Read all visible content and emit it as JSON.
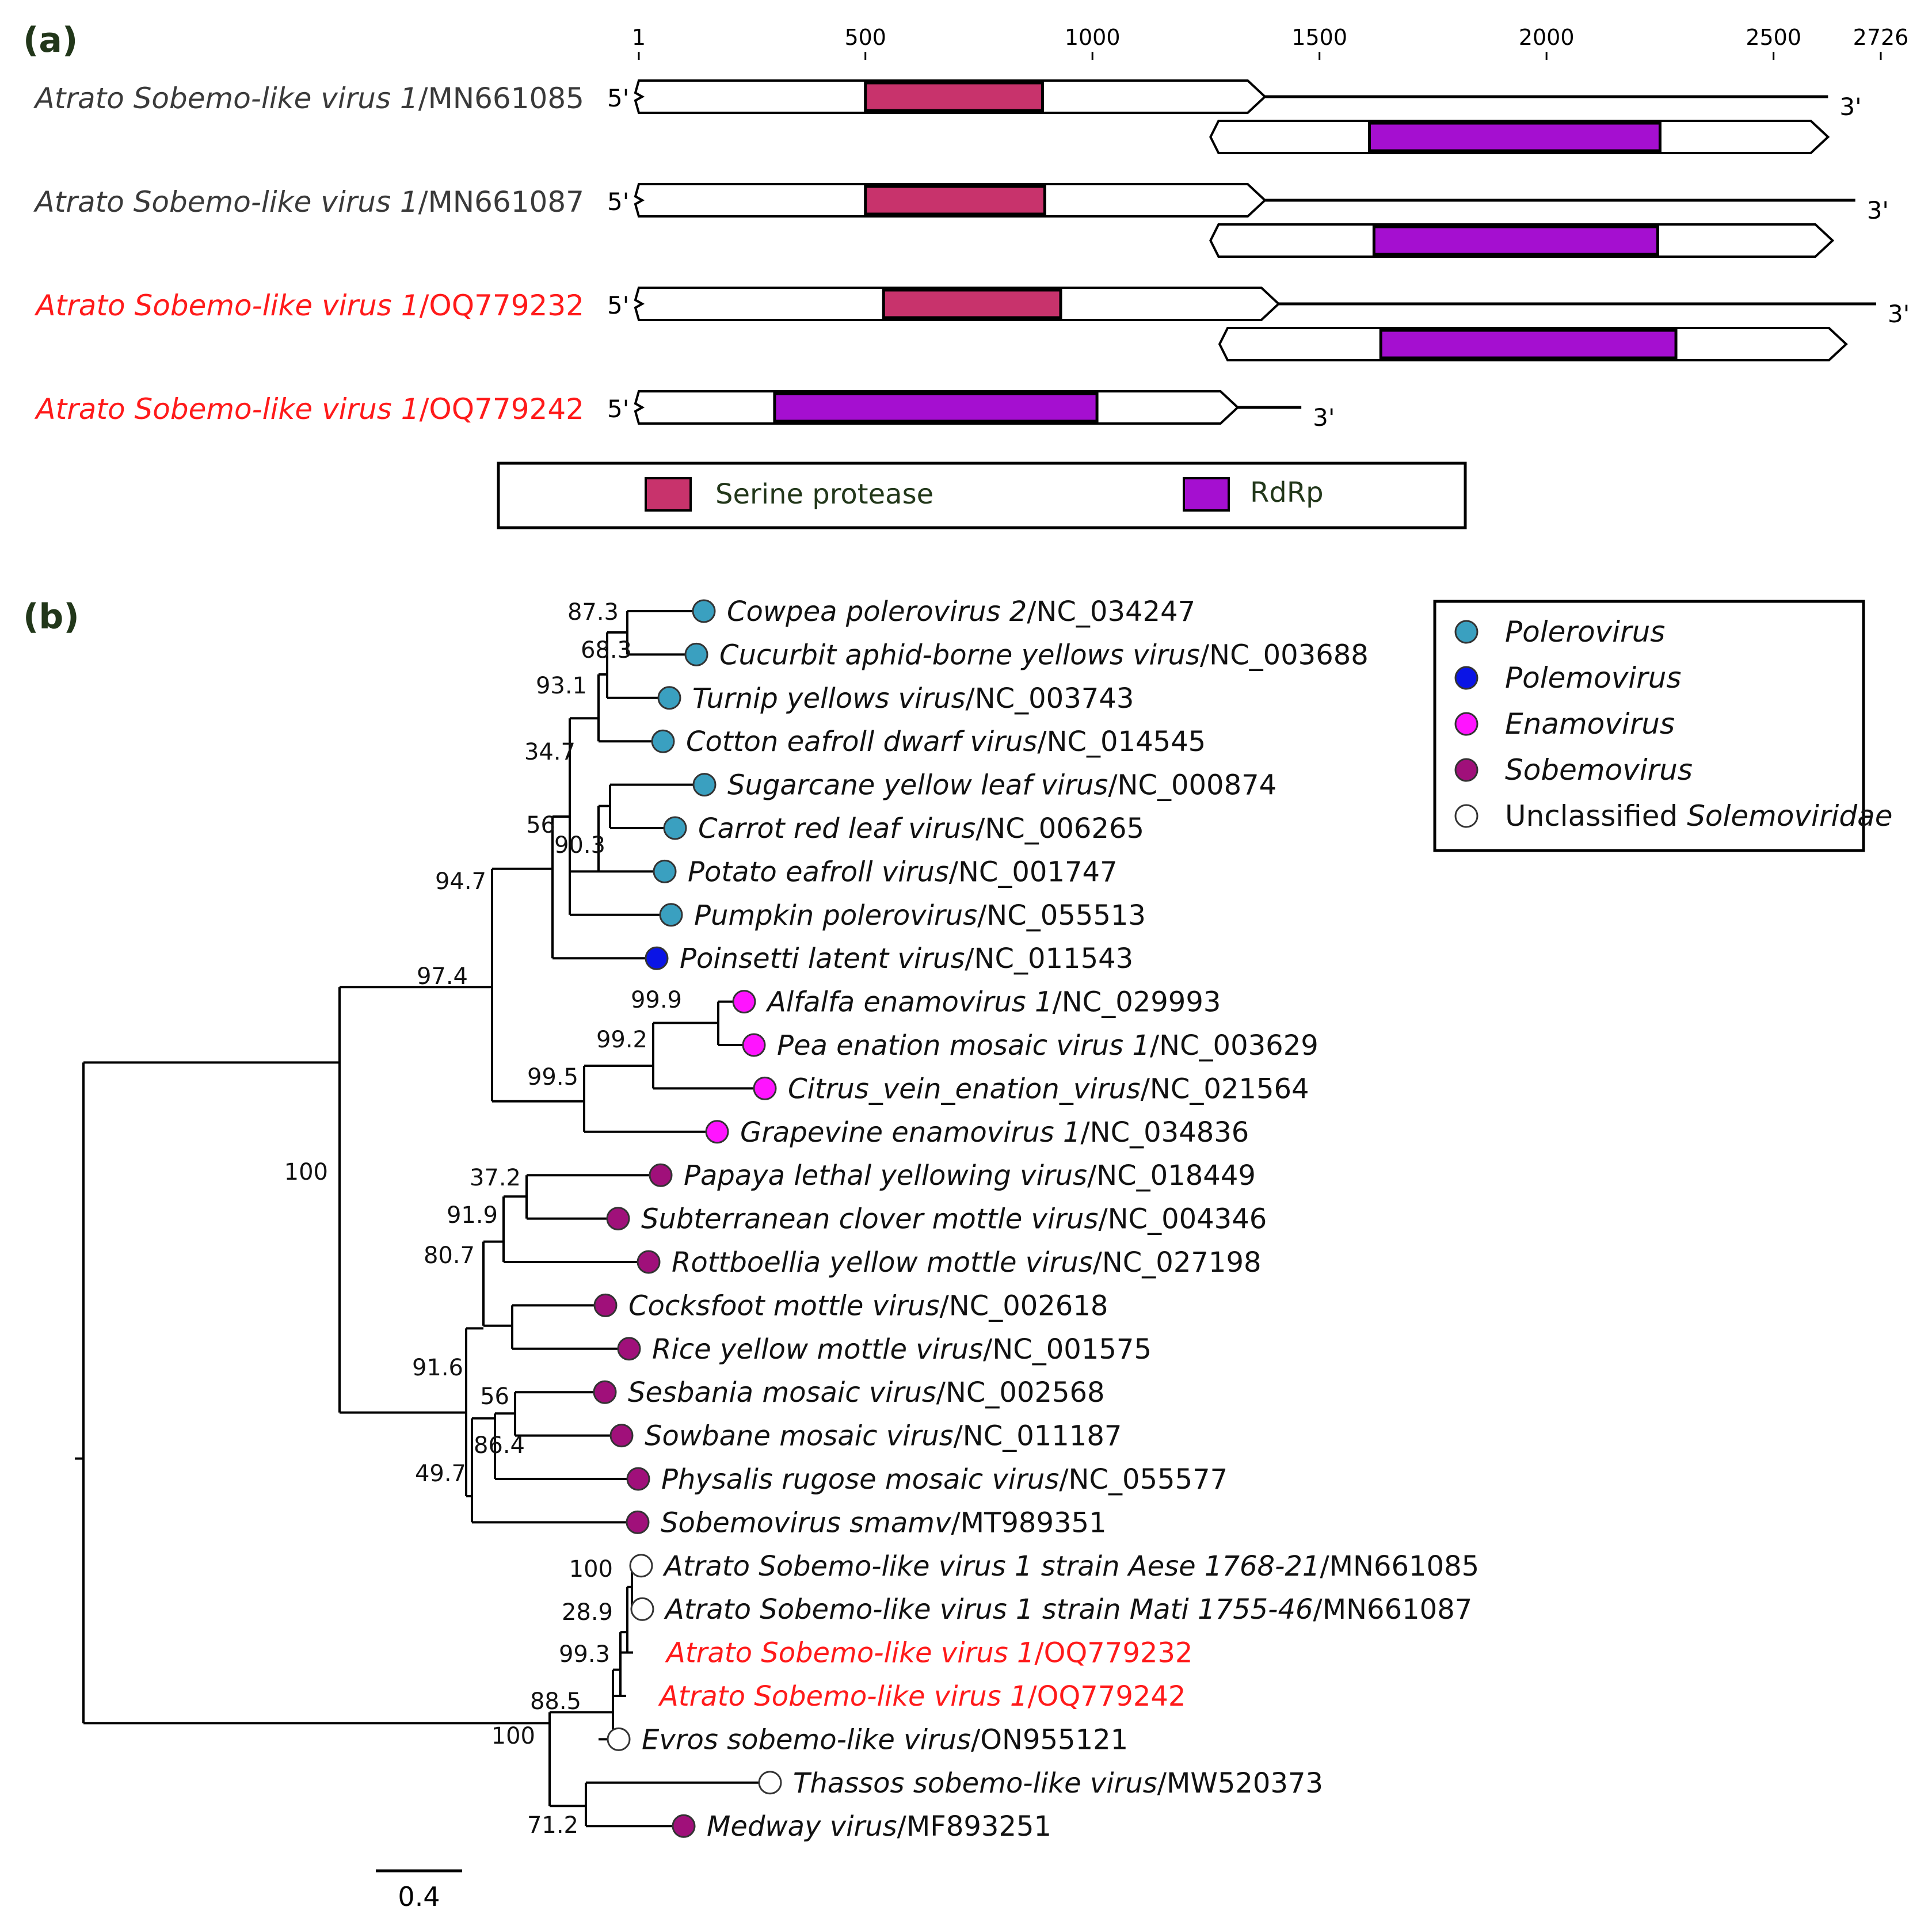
{
  "panel_a": {
    "letter": "a",
    "axis_ticks": [
      "1",
      "500",
      "1000",
      "1500",
      "2000",
      "2500",
      "2726"
    ],
    "genome_length": 2726,
    "end5": "5'",
    "end3": "3'",
    "genomes": [
      {
        "name_italic": "Atrato Sobemo-like virus 1",
        "accession": "/MN661085",
        "highlight": false,
        "orf1": [
          1,
          1380
        ],
        "orf1_domain": [
          500,
          890
        ],
        "orf1_type": "serine-protease",
        "orf2": [
          1260,
          2620
        ],
        "orf2_domain": [
          1610,
          2250
        ],
        "end": 2620
      },
      {
        "name_italic": "Atrato Sobemo-like virus 1",
        "accession": "/MN661087",
        "highlight": false,
        "orf1": [
          1,
          1380
        ],
        "orf1_domain": [
          500,
          895
        ],
        "orf1_type": "serine-protease",
        "orf2": [
          1260,
          2630
        ],
        "orf2_domain": [
          1620,
          2245
        ],
        "end": 2680
      },
      {
        "name_italic": "Atrato Sobemo-like virus 1",
        "accession": "/OQ779232",
        "highlight": true,
        "orf1": [
          1,
          1410
        ],
        "orf1_domain": [
          540,
          930
        ],
        "orf1_type": "serine-protease",
        "orf2": [
          1280,
          2660
        ],
        "orf2_domain": [
          1635,
          2285
        ],
        "end": 2726
      },
      {
        "name_italic": "Atrato Sobemo-like virus 1",
        "accession": "/OQ779242",
        "highlight": true,
        "orf1": [
          1,
          1320
        ],
        "orf1_domain": [
          300,
          1010
        ],
        "orf1_type": "rdrp",
        "end": 1460
      }
    ],
    "legend": {
      "serine_protease": "Serine protease",
      "rdrp": "RdRp"
    }
  },
  "panel_b": {
    "letter": "b",
    "scale_bar_label": "0.4",
    "legend": [
      {
        "label": "Polerovirus",
        "italic": true,
        "color": "#3aa0c0"
      },
      {
        "label": "Polemovirus",
        "italic": true,
        "color": "#0a14e6"
      },
      {
        "label": "Enamovirus",
        "italic": true,
        "color": "#ff14ff"
      },
      {
        "label": "Sobemovirus",
        "italic": true,
        "color": "#a0107a"
      },
      {
        "label_plain": "Unclassified ",
        "label_italic": "Solemoviridae",
        "color": "#ffffff"
      }
    ],
    "taxa": [
      {
        "italic": "Cowpea polerovirus 2",
        "plain": "/NC_034247",
        "group": "polerovirus"
      },
      {
        "italic": "Cucurbit aphid-borne yellows virus",
        "plain": "/NC_003688",
        "group": "polerovirus"
      },
      {
        "italic": "Turnip yellows virus",
        "plain": "/NC_003743",
        "group": "polerovirus"
      },
      {
        "italic": "Cotton eafroll dwarf virus",
        "plain": "/NC_014545",
        "group": "polerovirus"
      },
      {
        "italic": "Sugarcane yellow leaf virus",
        "plain": "/NC_000874",
        "group": "polerovirus"
      },
      {
        "italic": "Carrot red leaf virus",
        "plain": "/NC_006265",
        "group": "polerovirus"
      },
      {
        "italic": "Potato eafroll virus",
        "plain": "/NC_001747",
        "group": "polerovirus"
      },
      {
        "italic": "Pumpkin polerovirus",
        "plain": "/NC_055513",
        "group": "polerovirus"
      },
      {
        "italic": "Poinsetti latent virus",
        "plain": "/NC_011543",
        "group": "polemovirus"
      },
      {
        "italic": "Alfalfa enamovirus 1",
        "plain": "/NC_029993",
        "group": "enamovirus"
      },
      {
        "italic": "Pea enation mosaic virus 1",
        "plain": "/NC_003629",
        "group": "enamovirus"
      },
      {
        "italic": "Citrus_vein_enation_virus",
        "plain": "/NC_021564",
        "group": "enamovirus"
      },
      {
        "italic": "Grapevine enamovirus 1",
        "plain": "/NC_034836",
        "group": "enamovirus"
      },
      {
        "italic": "Papaya lethal yellowing virus",
        "plain": "/NC_018449",
        "group": "sobemovirus"
      },
      {
        "italic": "Subterranean clover mottle virus",
        "plain": "/NC_004346",
        "group": "sobemovirus"
      },
      {
        "italic": "Rottboellia yellow mottle virus",
        "plain": "/NC_027198",
        "group": "sobemovirus"
      },
      {
        "italic": "Cocksfoot mottle virus",
        "plain": "/NC_002618",
        "group": "sobemovirus"
      },
      {
        "italic": "Rice yellow mottle virus",
        "plain": "/NC_001575",
        "group": "sobemovirus"
      },
      {
        "italic": "Sesbania mosaic virus",
        "plain": "/NC_002568",
        "group": "sobemovirus"
      },
      {
        "italic": "Sowbane mosaic virus",
        "plain": "/NC_011187",
        "group": "sobemovirus"
      },
      {
        "italic": "Physalis rugose mosaic virus",
        "plain": "/NC_055577",
        "group": "sobemovirus"
      },
      {
        "italic": "Sobemovirus smamv",
        "plain": "/MT989351",
        "group": "sobemovirus"
      },
      {
        "italic": "Atrato Sobemo-like virus 1 strain Aese 1768-21",
        "plain": "/MN661085",
        "group": "unclassified"
      },
      {
        "italic": "Atrato Sobemo-like virus 1 strain Mati 1755-46",
        "plain": "/MN661087",
        "group": "unclassified"
      },
      {
        "italic": "Atrato Sobemo-like virus 1",
        "plain": "/OQ779232",
        "group": "none",
        "highlight": true
      },
      {
        "italic": "Atrato Sobemo-like virus 1",
        "plain": "/OQ779242",
        "group": "none",
        "highlight": true
      },
      {
        "italic": "Evros sobemo-like virus",
        "plain": "/ON955121",
        "group": "unclassified"
      },
      {
        "italic": "Thassos sobemo-like virus",
        "plain": "/MW520373",
        "group": "unclassified"
      },
      {
        "italic": "Medway virus",
        "plain": "/MF893251",
        "group": "sobemovirus"
      }
    ],
    "bootstrap": [
      "87.3",
      "68.3",
      "93.1",
      "34.7",
      "56",
      "90.3",
      "94.7",
      "97.4",
      "99.9",
      "99.2",
      "99.5",
      "100",
      "37.2",
      "91.9",
      "80.7",
      "91.6",
      "56",
      "86.4",
      "49.7",
      "100",
      "28.9",
      "99.3",
      "88.5",
      "100",
      "71.2"
    ]
  }
}
